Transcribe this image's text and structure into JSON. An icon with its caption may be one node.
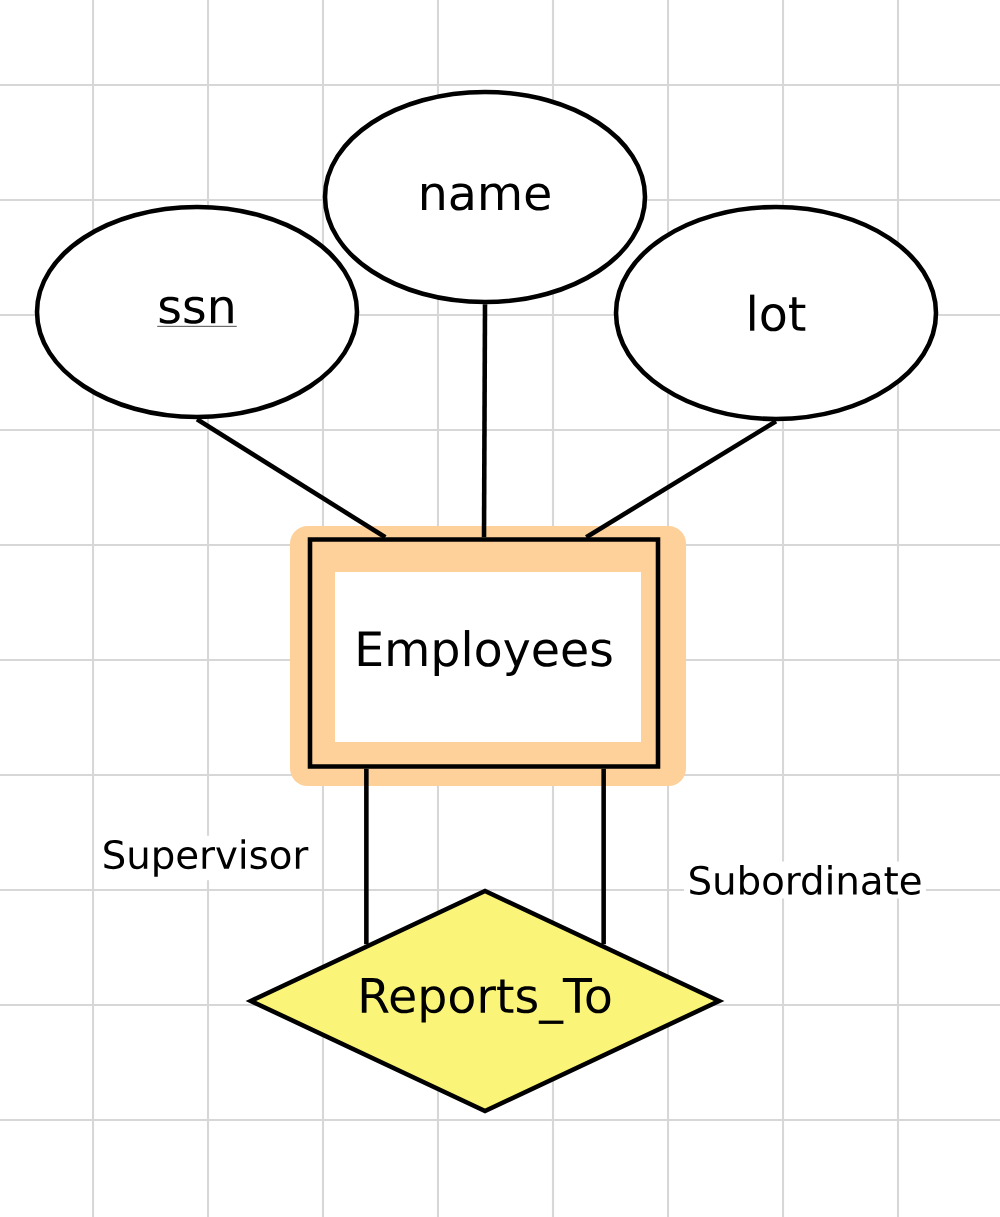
{
  "diagram": {
    "nodes": [
      {
        "text": [
          "ssn"
        ]
      },
      {
        "text": [
          "name"
        ]
      },
      {
        "text": [
          "lot"
        ]
      },
      {
        "text": [
          "Employees"
        ]
      },
      {
        "text": [
          "Reports_To"
        ]
      }
    ],
    "edges": [
      {
        "from": 0,
        "to": 3,
        "arrow": "none"
      },
      {
        "from": 1,
        "to": 3,
        "arrow": "none"
      },
      {
        "from": 2,
        "to": 3,
        "arrow": "none"
      },
      {
        "from": 3,
        "to": 4,
        "arrow": "none",
        "label": "Supervisor"
      },
      {
        "from": 3,
        "to": 4,
        "arrow": "none",
        "label": "Subordinate"
      }
    ]
  }
}
